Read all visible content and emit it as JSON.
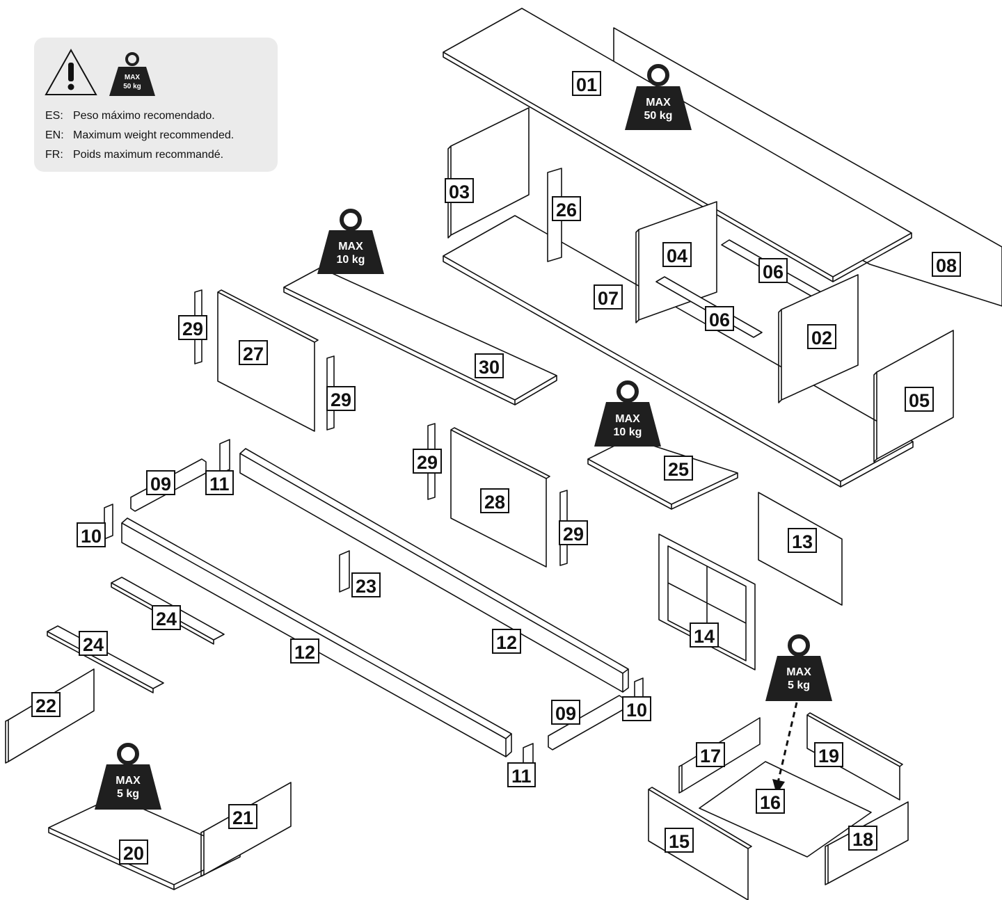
{
  "legend": {
    "icon_max_line1": "MAX",
    "icon_max_line2": "50 kg",
    "lines": [
      {
        "code": "ES:",
        "text": "Peso máximo recomendado."
      },
      {
        "code": "EN:",
        "text": "Maximum weight recommended."
      },
      {
        "code": "FR:",
        "text": "Poids maximum recommandé."
      }
    ]
  },
  "weights": {
    "top_panel": {
      "line1": "MAX",
      "line2": "50 kg"
    },
    "shelf_30": {
      "line1": "MAX",
      "line2": "10 kg"
    },
    "shelf_25": {
      "line1": "MAX",
      "line2": "10 kg"
    },
    "drawer_16": {
      "line1": "MAX",
      "line2": "5 kg"
    },
    "drawer_20": {
      "line1": "MAX",
      "line2": "5 kg"
    }
  },
  "parts": {
    "p01": "01",
    "p02": "02",
    "p03": "03",
    "p04": "04",
    "p05": "05",
    "p06a": "06",
    "p06b": "06",
    "p07": "07",
    "p08": "08",
    "p09a": "09",
    "p09b": "09",
    "p10a": "10",
    "p10b": "10",
    "p11a": "11",
    "p11b": "11",
    "p12a": "12",
    "p12b": "12",
    "p13": "13",
    "p14": "14",
    "p15": "15",
    "p16": "16",
    "p17": "17",
    "p18": "18",
    "p19": "19",
    "p20": "20",
    "p21": "21",
    "p22": "22",
    "p23": "23",
    "p24a": "24",
    "p24b": "24",
    "p25": "25",
    "p26": "26",
    "p27": "27",
    "p28": "28",
    "p29a": "29",
    "p29b": "29",
    "p29c": "29",
    "p29d": "29",
    "p30": "30"
  },
  "colors": {
    "line": "#111111",
    "weight_fill": "#1f1f1f",
    "legend_bg": "#ebebeb"
  }
}
